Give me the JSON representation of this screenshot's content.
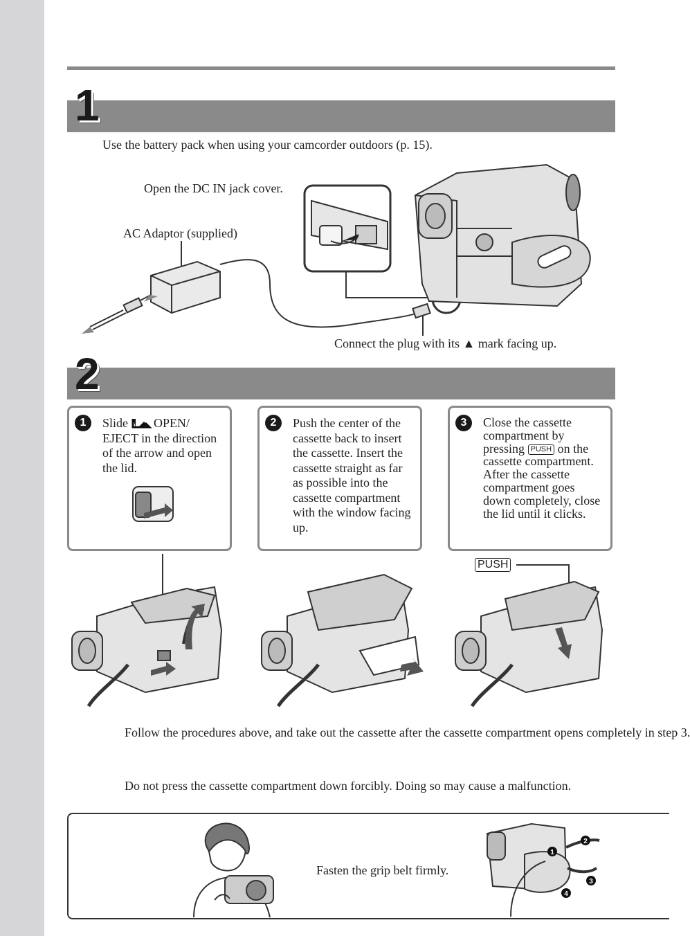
{
  "step1": {
    "number": "1",
    "intro": "Use the battery pack when using your camcorder outdoors (p. 15).",
    "callouts": {
      "dc_in_cover": "Open the DC IN jack cover.",
      "ac_adaptor": "AC Adaptor (supplied)",
      "connect_plug": "Connect the plug with its ▲ mark facing up."
    }
  },
  "step2": {
    "number": "2",
    "boxes": [
      {
        "num": "1",
        "text_a": "Slide",
        "text_b": "OPEN/ EJECT in the direction of the arrow and open the lid."
      },
      {
        "num": "2",
        "text": "Push the center of the cassette back to insert the cassette. Insert the cassette straight as far as possible into the cassette compartment with the window facing up."
      },
      {
        "num": "3",
        "text_a": "Close the cassette compartment by pressing",
        "push": "PUSH",
        "text_b": "on the cassette compartment. After the cassette compartment goes down completely, close the lid until it clicks."
      }
    ],
    "push_label": "PUSH",
    "removal_text": "Follow the procedures above, and take out the cassette after the cassette compartment opens completely in step 3.",
    "warning_text": "Do not press the cassette compartment down forcibly. Doing so may cause a malfunction."
  },
  "tip": {
    "text": "Fasten the grip belt firmly.",
    "markers": [
      "2",
      "1",
      "3",
      "4"
    ]
  }
}
